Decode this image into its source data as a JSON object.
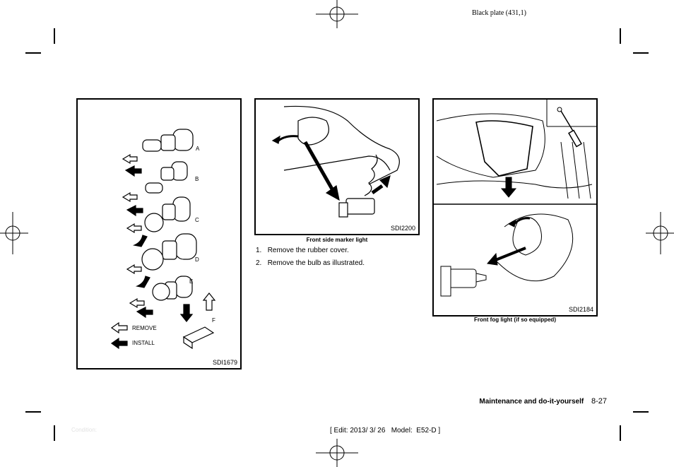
{
  "header": {
    "plate": "Black plate (431,1)"
  },
  "figures": [
    {
      "code": "SDI1679",
      "labels": [
        "A",
        "B",
        "C",
        "D",
        "E",
        "F"
      ],
      "legend": {
        "remove": "REMOVE",
        "install": "INSTALL"
      }
    },
    {
      "code": "SDI2200",
      "caption": "Front side marker light"
    },
    {
      "code": "SDI2184",
      "caption": "Front fog light (if so equipped)"
    }
  ],
  "steps": [
    {
      "num": "1.",
      "text": "Remove the rubber cover."
    },
    {
      "num": "2.",
      "text": "Remove the bulb as illustrated."
    }
  ],
  "footer": {
    "section": "Maintenance and do-it-yourself",
    "page": "8-27",
    "condition": "Condition:",
    "edit": "[ Edit: 2013/ 3/ 26   Model:  E52-D ]"
  }
}
